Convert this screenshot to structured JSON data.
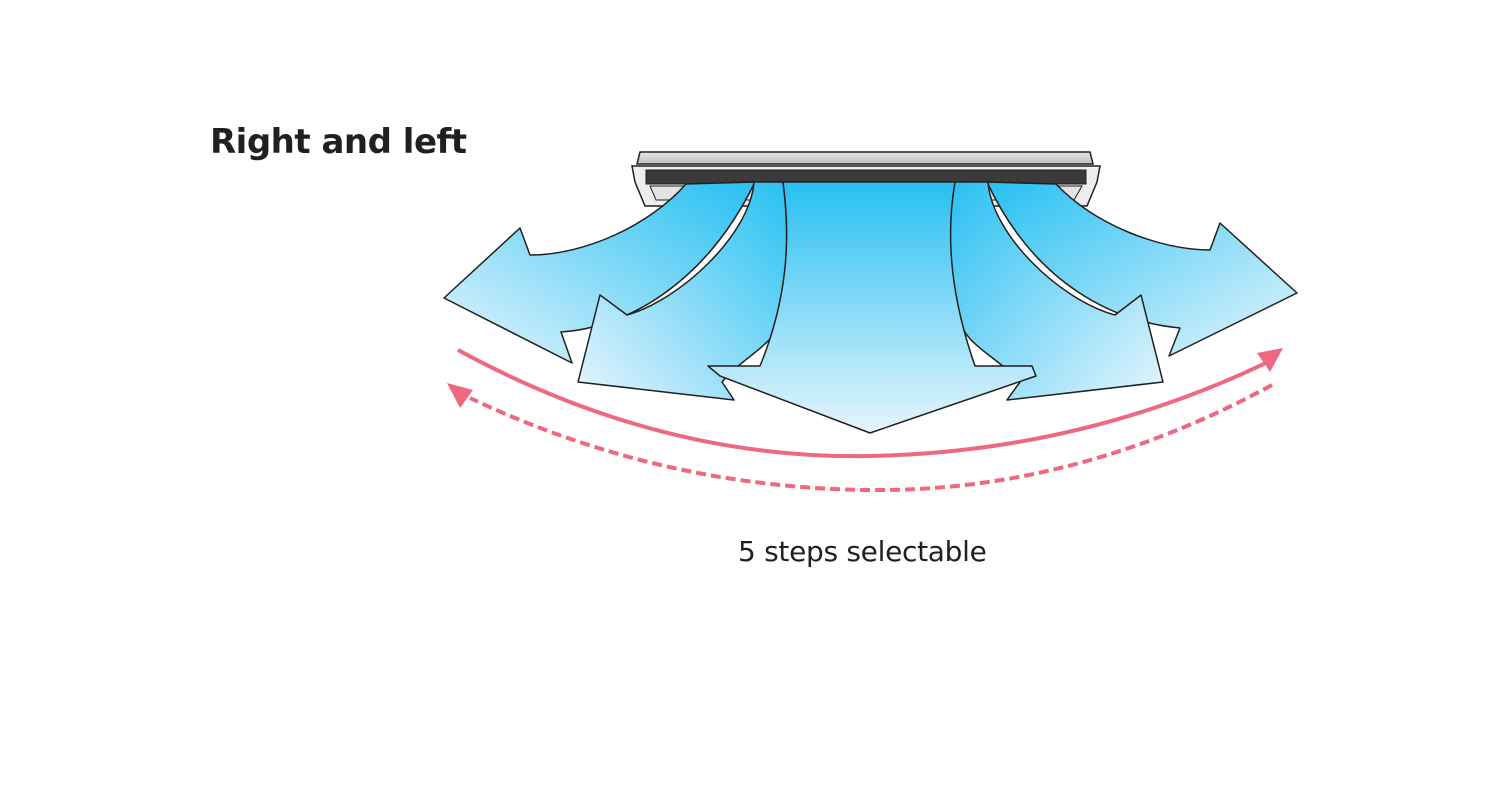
{
  "heading": "Right and left",
  "caption": "5 steps selectable",
  "airflow_directions": 5,
  "colors": {
    "airflow_top": "#27c0f2",
    "airflow_bottom": "#e6f5fd",
    "swing_arrow": "#ee6880",
    "outline": "#231f20",
    "unit_panel": "#d9d9d9",
    "unit_louver": "#3a3a3a"
  },
  "icons": {
    "unit": "ceiling-cassette-unit-icon",
    "airflow": "airflow-arrow-icon",
    "swing": "swing-range-arrow-icon"
  }
}
